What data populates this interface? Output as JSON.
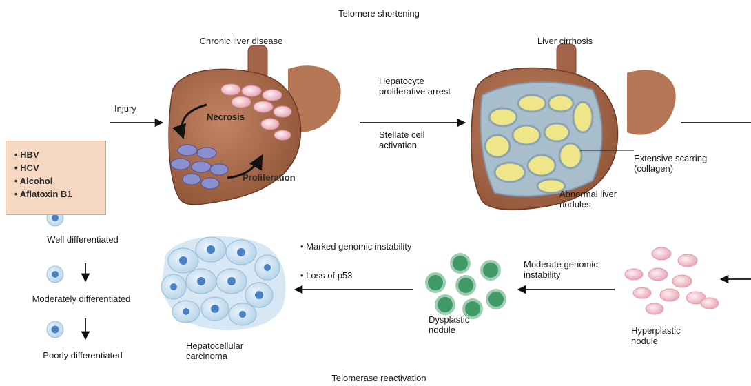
{
  "top_label": "Telomere shortening",
  "bottom_label": "Telomerase reactivation",
  "stage1": {
    "title": "Chronic liver disease",
    "necrosis": "Necrosis",
    "proliferation": "Proliferation"
  },
  "stage2": {
    "title": "Liver cirrhosis",
    "scarring": "Extensive scarring (collagen)",
    "nodules": "Abnormal liver nodules"
  },
  "risk_factors": [
    "HBV",
    "HCV",
    "Alcohol",
    "Aflatoxin B1"
  ],
  "arrows": {
    "injury": "Injury",
    "hepatocyte": "Hepatocyte proliferative arrest",
    "stellate": "Stellate cell activation",
    "moderate_instability": "Moderate genomic instability",
    "marked_instability": "• Marked genomic instability",
    "loss_p53": "• Loss of p53"
  },
  "nodules": {
    "hyperplastic": "Hyperplastic nodule",
    "dysplastic": "Dysplastic nodule",
    "hcc": "Hepatocellular carcinoma"
  },
  "differentiation": [
    "Well differentiated",
    "Moderately differentiated",
    "Poorly differentiated"
  ],
  "colors": {
    "liver": "#a8694a",
    "liver_dark": "#7d4630",
    "hyperplastic": "#e9a9b8",
    "dysplastic": "#3f9a68",
    "hcc": "#5b8fd0",
    "nodule_fill": "#efe68a",
    "scar": "#a9c3d3"
  }
}
